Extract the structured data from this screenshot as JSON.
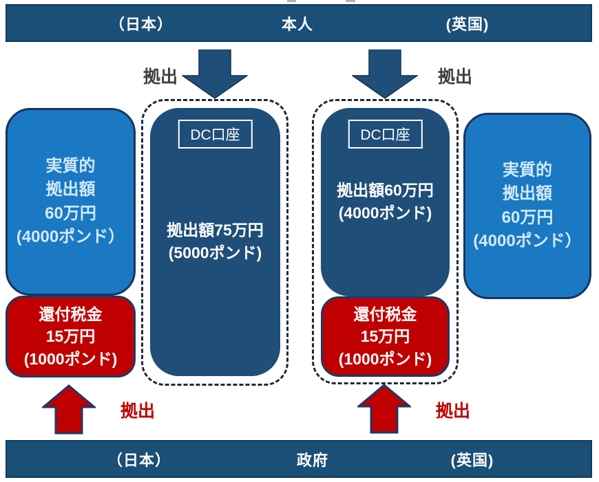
{
  "top_bar": {
    "left": "（日本）",
    "center": "本人",
    "right": "(英国)"
  },
  "bottom_bar": {
    "left": "（日本）",
    "center": "政府",
    "right": "(英国)"
  },
  "labels": {
    "contribution_top_left": "拠出",
    "contribution_top_right": "拠出",
    "contribution_bottom_left": "拠出",
    "contribution_bottom_right": "拠出"
  },
  "japan": {
    "effective_box": {
      "lines": [
        "実質的",
        "拠出額",
        "60万円",
        "(4000ポンド）"
      ]
    },
    "refund_box": {
      "lines": [
        "還付税金",
        "15万円",
        "(1000ポンド)"
      ]
    },
    "dc_account": {
      "label": "DC口座",
      "lines": [
        "拠出額75万円",
        "(5000ポンド)"
      ]
    }
  },
  "uk": {
    "dc_account": {
      "label": "DC口座",
      "lines": [
        "拠出額60万円",
        "(4000ポンド)"
      ]
    },
    "refund_box": {
      "lines": [
        "還付税金",
        "15万円",
        "(1000ポンド)"
      ]
    },
    "effective_box": {
      "lines": [
        "実質的",
        "拠出額",
        "60万円",
        "(4000ポンド）"
      ]
    }
  },
  "colors": {
    "bar_navy": "#1a4f78",
    "dc_dark_blue": "#1f4e79",
    "effective_light_blue": "#1b79c3",
    "refund_red": "#c00000",
    "contribution_label_gray": "#3f3f3f",
    "contribution_label_red": "#c00000"
  }
}
